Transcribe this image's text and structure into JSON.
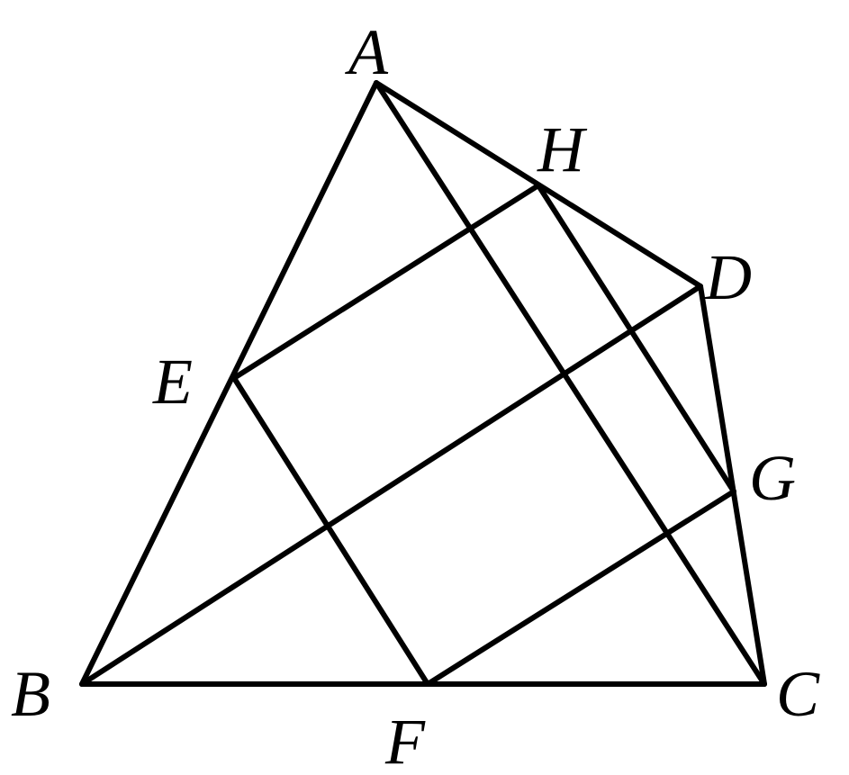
{
  "diagram": {
    "points": {
      "A": "A",
      "B": "B",
      "C": "C",
      "D": "D",
      "E": "E",
      "F": "F",
      "G": "G",
      "H": "H"
    },
    "segments": [
      "AB",
      "BC",
      "CD",
      "DA",
      "AC",
      "BD",
      "EF",
      "FG",
      "GH",
      "HE"
    ],
    "colors": {
      "line": "#000000",
      "background": "#ffffff"
    }
  }
}
